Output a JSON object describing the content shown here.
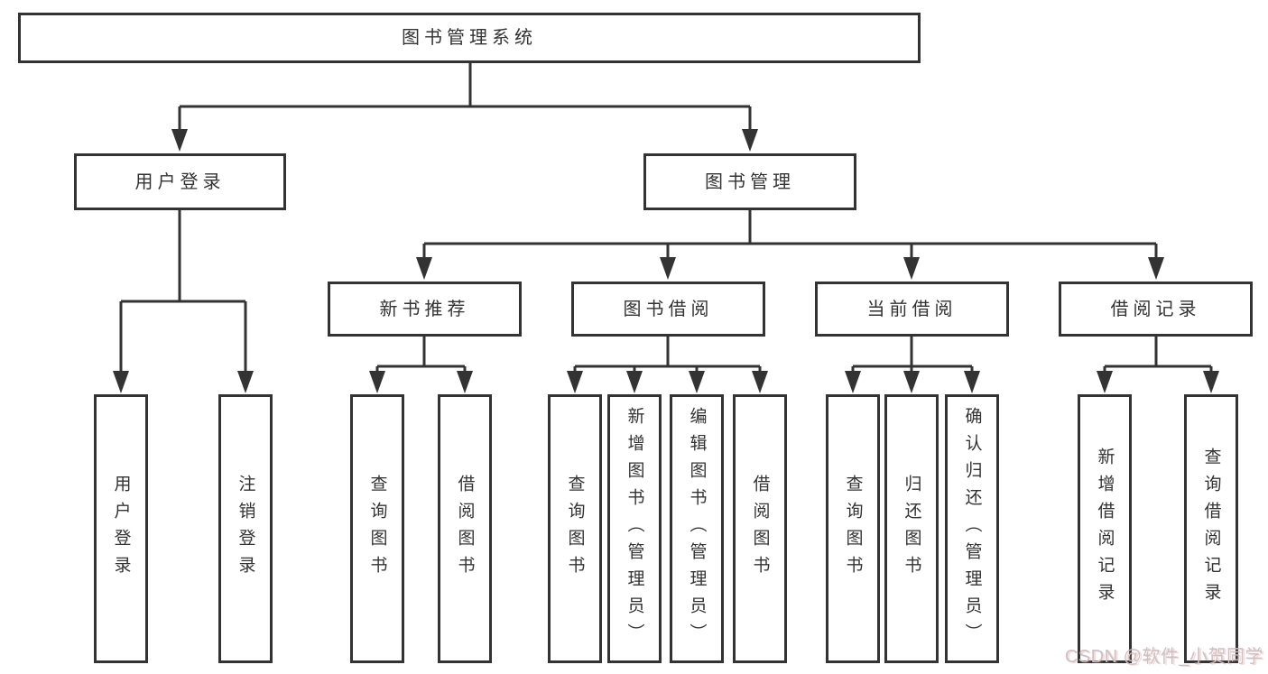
{
  "diagram": {
    "root": {
      "label": "图书管理系统"
    },
    "branches": [
      {
        "label": "用户登录",
        "children": [
          {
            "label": "用户登录"
          },
          {
            "label": "注销登录"
          }
        ]
      },
      {
        "label": "图书管理",
        "children": [
          {
            "label": "新书推荐",
            "children": [
              {
                "label": "查询图书"
              },
              {
                "label": "借阅图书"
              }
            ]
          },
          {
            "label": "图书借阅",
            "children": [
              {
                "label": "查询图书"
              },
              {
                "label": "新增图书（管理员）"
              },
              {
                "label": "编辑图书（管理员）"
              },
              {
                "label": "借阅图书"
              }
            ]
          },
          {
            "label": "当前借阅",
            "children": [
              {
                "label": "查询图书"
              },
              {
                "label": "归还图书"
              },
              {
                "label": "确认归还（管理员）"
              }
            ]
          },
          {
            "label": "借阅记录",
            "children": [
              {
                "label": "新增借阅记录"
              },
              {
                "label": "查询借阅记录"
              }
            ]
          }
        ]
      }
    ]
  },
  "watermark": {
    "text": "CSDN @软件_小贺同学"
  },
  "colors": {
    "line": "#333333",
    "box_border": "#333333",
    "text": "#333333",
    "background": "#ffffff",
    "watermark": "#c5c3c8"
  }
}
